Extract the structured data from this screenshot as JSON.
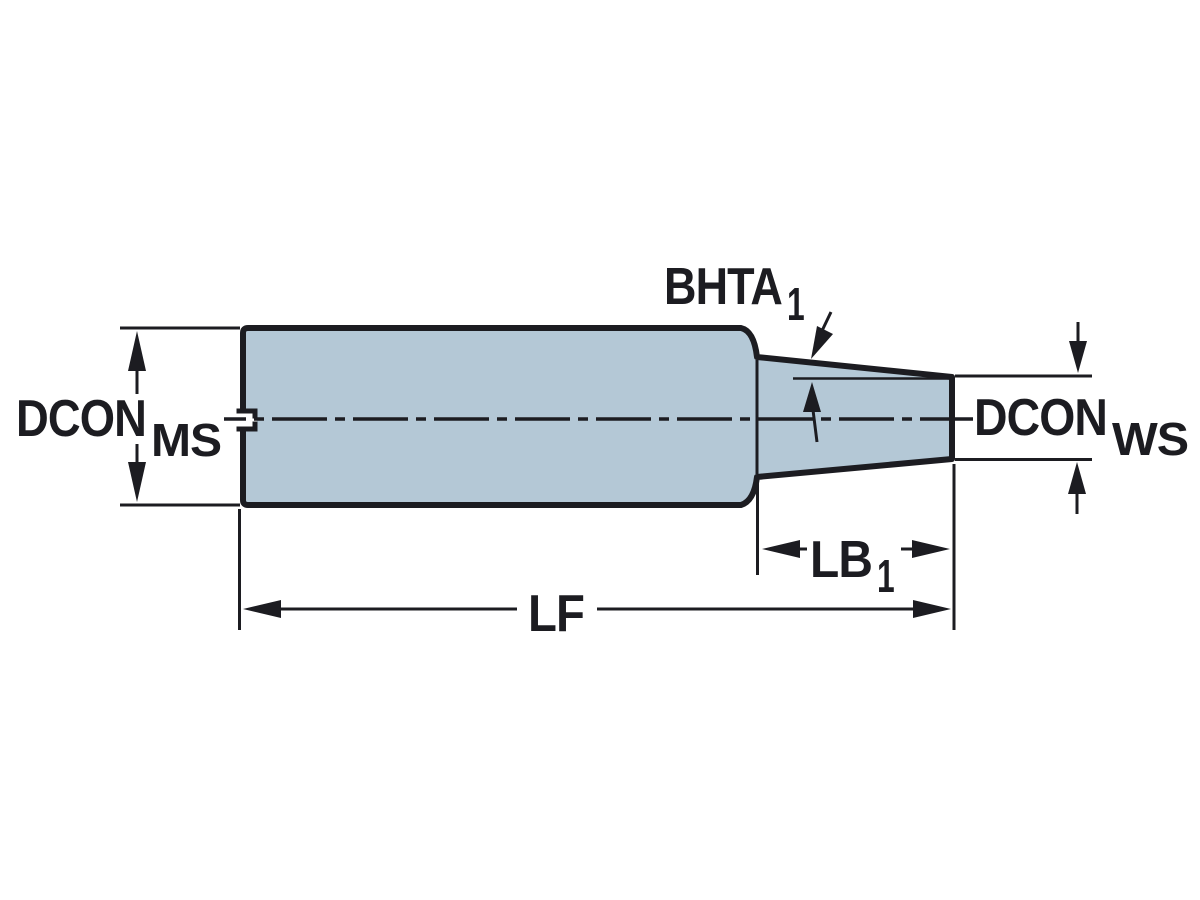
{
  "colors": {
    "background": "#ffffff",
    "body_fill": "#b4c8d6",
    "line": "#1c1c21"
  },
  "labels": {
    "dcon_ms": {
      "main": "DCON",
      "sub": "MS"
    },
    "dcon_ws": {
      "main": "DCON",
      "sub": "WS"
    },
    "bhta1": {
      "main": "BHTA",
      "sub": "1"
    },
    "lb1": {
      "main": "LB",
      "sub": "1"
    },
    "lf": {
      "main": "LF"
    }
  }
}
